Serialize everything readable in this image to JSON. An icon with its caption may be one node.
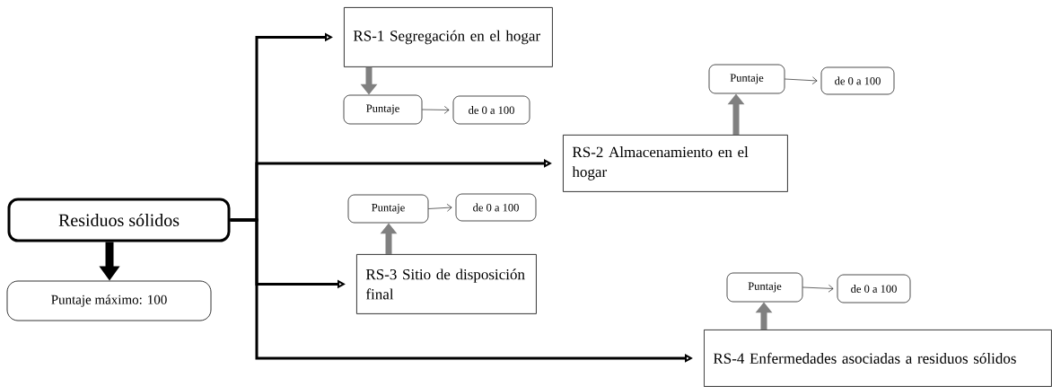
{
  "diagram": {
    "nodes": [
      {
        "text": [
          "Residuos sólidos"
        ]
      },
      {
        "text": [
          "Puntaje máximo: 100"
        ]
      },
      {
        "text": [
          "RS-1 Segregación en el hogar"
        ]
      },
      {
        "text": [
          "Puntaje"
        ]
      },
      {
        "text": [
          "de 0 a 100"
        ]
      },
      {
        "text": [
          "RS-2 Almacenamiento en el hogar"
        ]
      },
      {
        "text": [
          "Puntaje"
        ]
      },
      {
        "text": [
          "de 0 a 100"
        ]
      },
      {
        "text": [
          "RS-3 Sitio de disposición final"
        ]
      },
      {
        "text": [
          "Puntaje"
        ]
      },
      {
        "text": [
          "de 0 a 100"
        ]
      },
      {
        "text": [
          "RS-4 Enfermedades asociadas a residuos sólidos"
        ]
      },
      {
        "text": [
          "Puntaje"
        ]
      },
      {
        "text": [
          "de 0 a 100"
        ]
      }
    ],
    "edges": [
      {
        "from": 0,
        "to": 1,
        "arrow": "to",
        "style": "thick"
      },
      {
        "from": 0,
        "to": 2,
        "arrow": "to"
      },
      {
        "from": 2,
        "to": 3,
        "arrow": "to",
        "style": "thick",
        "color": "#808080"
      },
      {
        "from": 3,
        "to": 4,
        "arrow": "to"
      },
      {
        "from": 0,
        "to": 5,
        "arrow": "to"
      },
      {
        "from": 5,
        "to": 6,
        "arrow": "to",
        "style": "thick",
        "color": "#808080"
      },
      {
        "from": 6,
        "to": 7,
        "arrow": "to"
      },
      {
        "from": 0,
        "to": 8,
        "arrow": "to"
      },
      {
        "from": 8,
        "to": 9,
        "arrow": "to",
        "style": "thick",
        "color": "#808080"
      },
      {
        "from": 9,
        "to": 10,
        "arrow": "to"
      },
      {
        "from": 0,
        "to": 11,
        "arrow": "to"
      },
      {
        "from": 11,
        "to": 12,
        "arrow": "to",
        "style": "thick",
        "color": "#808080"
      },
      {
        "from": 12,
        "to": 13,
        "arrow": "to"
      }
    ]
  }
}
